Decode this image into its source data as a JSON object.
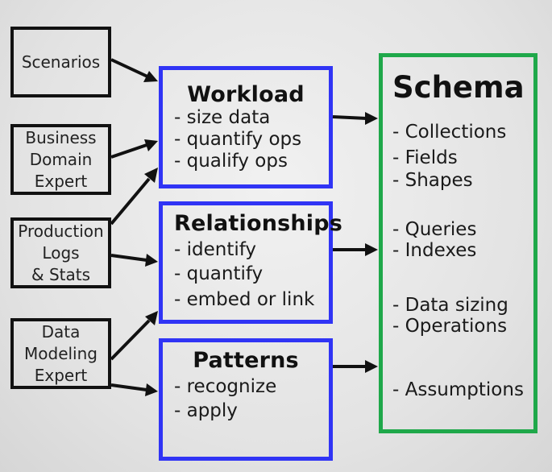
{
  "sources": [
    {
      "id": "scenarios",
      "lines": [
        "Scenarios"
      ]
    },
    {
      "id": "business",
      "lines": [
        "Business",
        "Domain",
        "Expert"
      ]
    },
    {
      "id": "logs",
      "lines": [
        "Production",
        "Logs",
        "& Stats"
      ]
    },
    {
      "id": "expert",
      "lines": [
        "Data",
        "Modeling",
        "Expert"
      ]
    }
  ],
  "workload": {
    "title": "Workload",
    "items": [
      "- size data",
      "- quantify ops",
      "- qualify ops"
    ]
  },
  "relationships": {
    "title": "Relationships",
    "items": [
      "- identify",
      "- quantify",
      "- embed or link"
    ]
  },
  "patterns": {
    "title": "Patterns",
    "items": [
      "- recognize",
      "- apply"
    ]
  },
  "schema": {
    "title": "Schema",
    "items": [
      "- Collections",
      "- Fields",
      "- Shapes",
      "- Queries",
      "- Indexes",
      "- Data sizing",
      "- Operations",
      "- Assumptions"
    ]
  },
  "colors": {
    "process_border": "#3034f5",
    "schema_border": "#1fa84a",
    "source_border": "#111111"
  }
}
